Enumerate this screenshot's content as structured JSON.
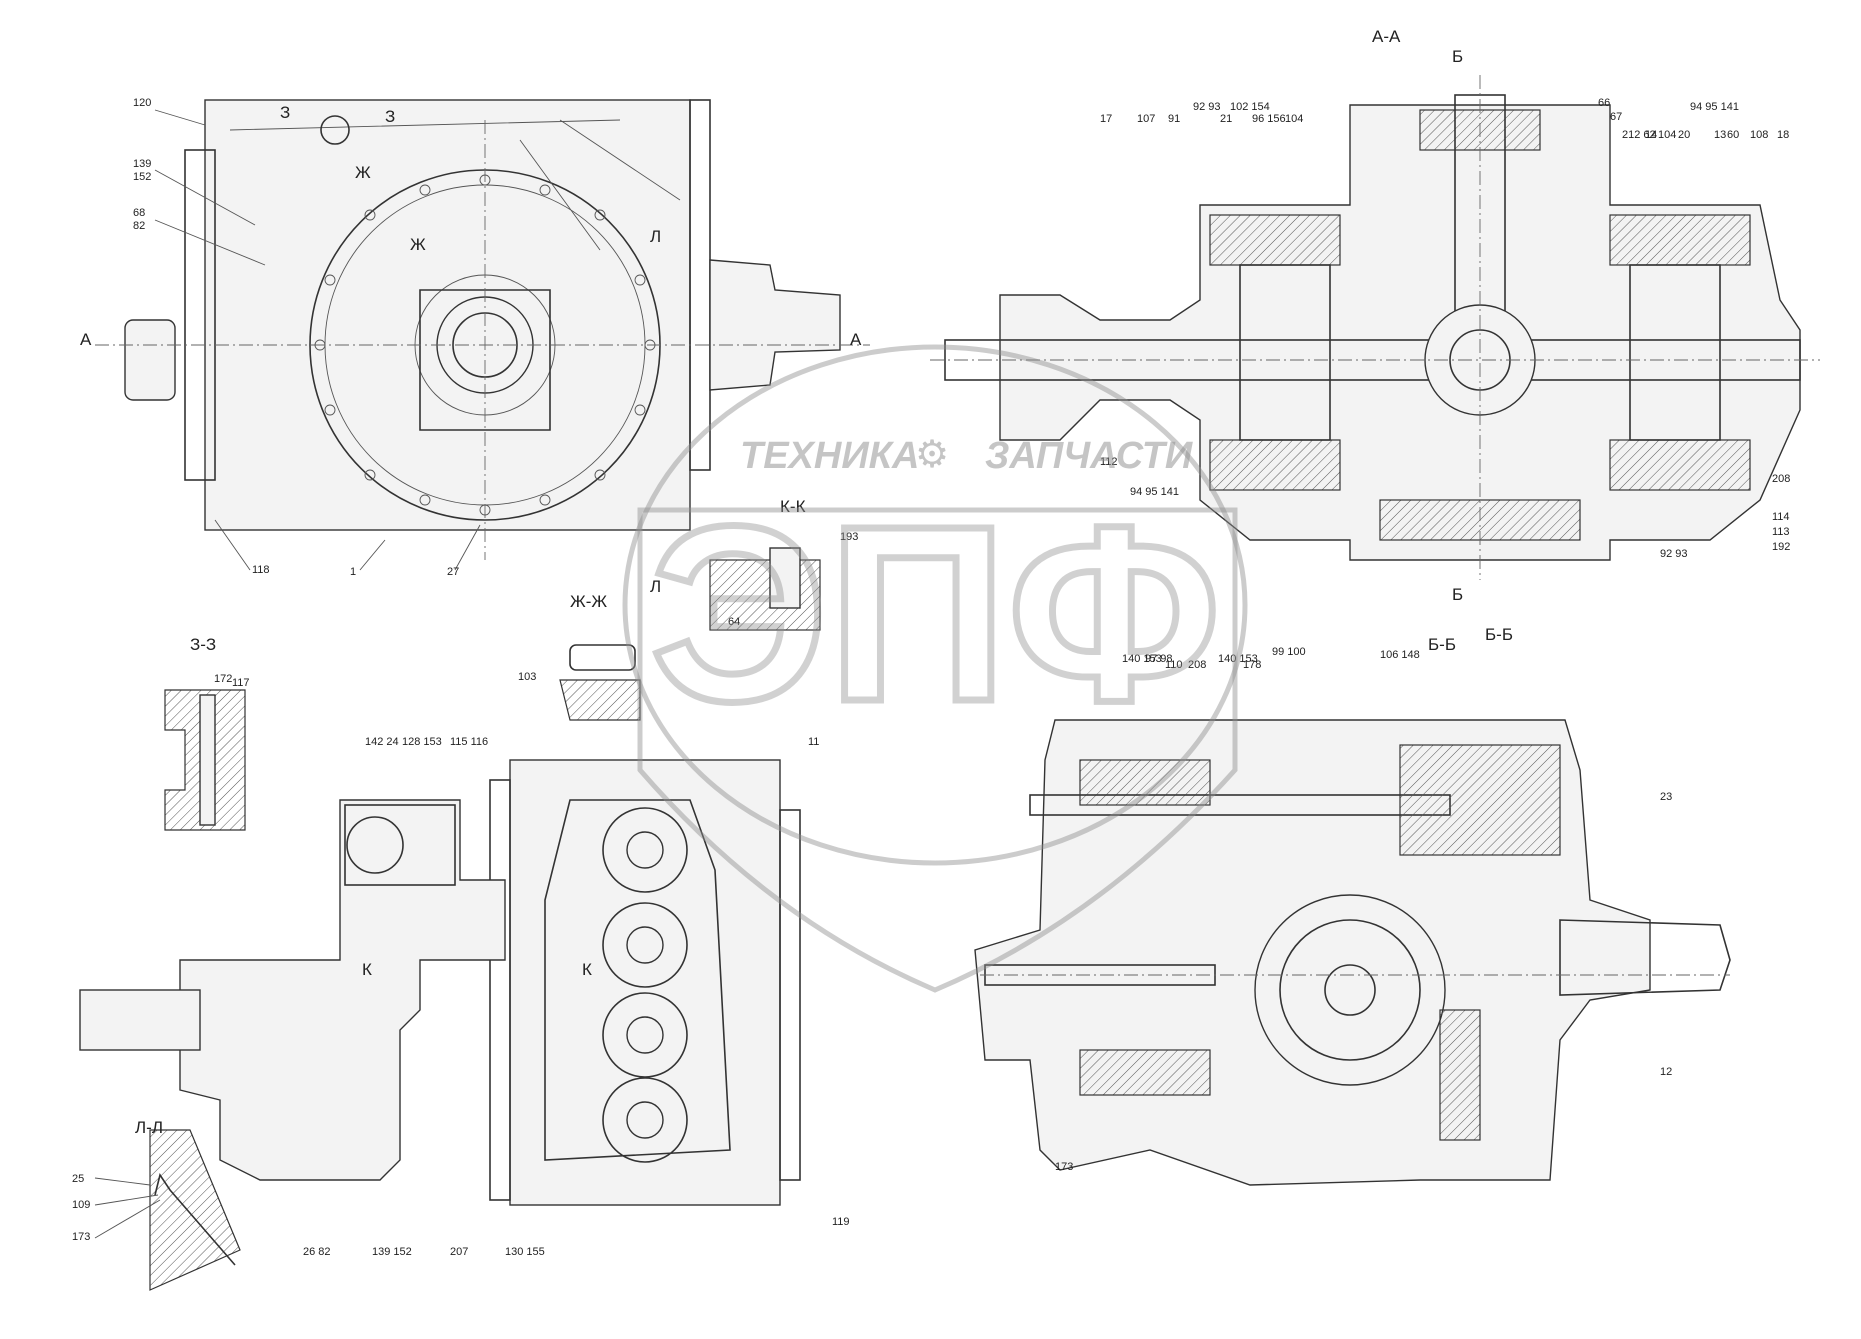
{
  "section_titles": {
    "aa": "А-А",
    "bb": "Б-Б",
    "bb_dup": "Б-Б",
    "kk": "К-К",
    "zhzh": "Ж-Ж",
    "zz": "З-З",
    "ll": "Л-Л"
  },
  "cut_marks": {
    "a": "А",
    "b": "Б",
    "z": "З",
    "zh": "Ж",
    "l": "Л",
    "k": "К"
  },
  "watermark": {
    "left_word": "ТЕХНИКА",
    "right_word": "ЗАПЧАСТИ",
    "logo": "ЭПФ"
  },
  "callouts_top_left": [
    {
      "id": "120",
      "text": "120"
    },
    {
      "id": "139_152",
      "text": "139\n152"
    },
    {
      "id": "68_82",
      "text": "68\n82"
    },
    {
      "id": "118",
      "text": "118"
    },
    {
      "id": "1",
      "text": "1"
    },
    {
      "id": "27",
      "text": "27"
    }
  ],
  "callouts_aa": [
    "17",
    "107",
    "91",
    "92 93",
    "21",
    "102 154",
    "96 156",
    "104",
    "66",
    "67",
    "212 62",
    "14",
    "104",
    "20",
    "94 95 141",
    "13",
    "60",
    "108",
    "18",
    "112",
    "94 95 141",
    "208",
    "114",
    "113",
    "192",
    "92 93"
  ],
  "callouts_bb": [
    "140 153",
    "97 98",
    "110",
    "208",
    "140 153",
    "178",
    "99 100",
    "106 148",
    "23",
    "12",
    "173"
  ],
  "callouts_bottom_left": [
    "142 24",
    "128 153",
    "115 116",
    "11",
    "26 82",
    "139 152",
    "207",
    "130 155",
    "119",
    "25",
    "109",
    "173",
    "172",
    "117",
    "103",
    "193",
    "64"
  ]
}
